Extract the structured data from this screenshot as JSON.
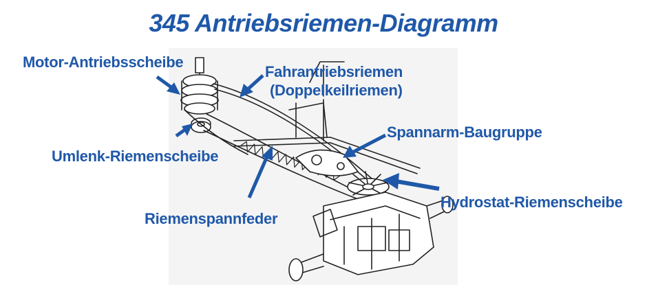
{
  "title": "345 Antriebsriemen-Diagramm",
  "labels": {
    "motor_pulley": "Motor-Antriebsscheibe",
    "drive_belt_line1": "Fahrantriebsriemen",
    "drive_belt_line2": "(Doppelkeilriemen)",
    "tensioner_arm": "Spannarm-Baugruppe",
    "idler_pulley": "Umlenk-Riemenscheibe",
    "tension_spring": "Riemenspannfeder",
    "hydrostat_pulley": "Hydrostat-Riemenscheibe"
  },
  "colors": {
    "accent": "#1f58a8",
    "drawing_stroke": "#222222",
    "drawing_bg": "#f4f4f4"
  }
}
